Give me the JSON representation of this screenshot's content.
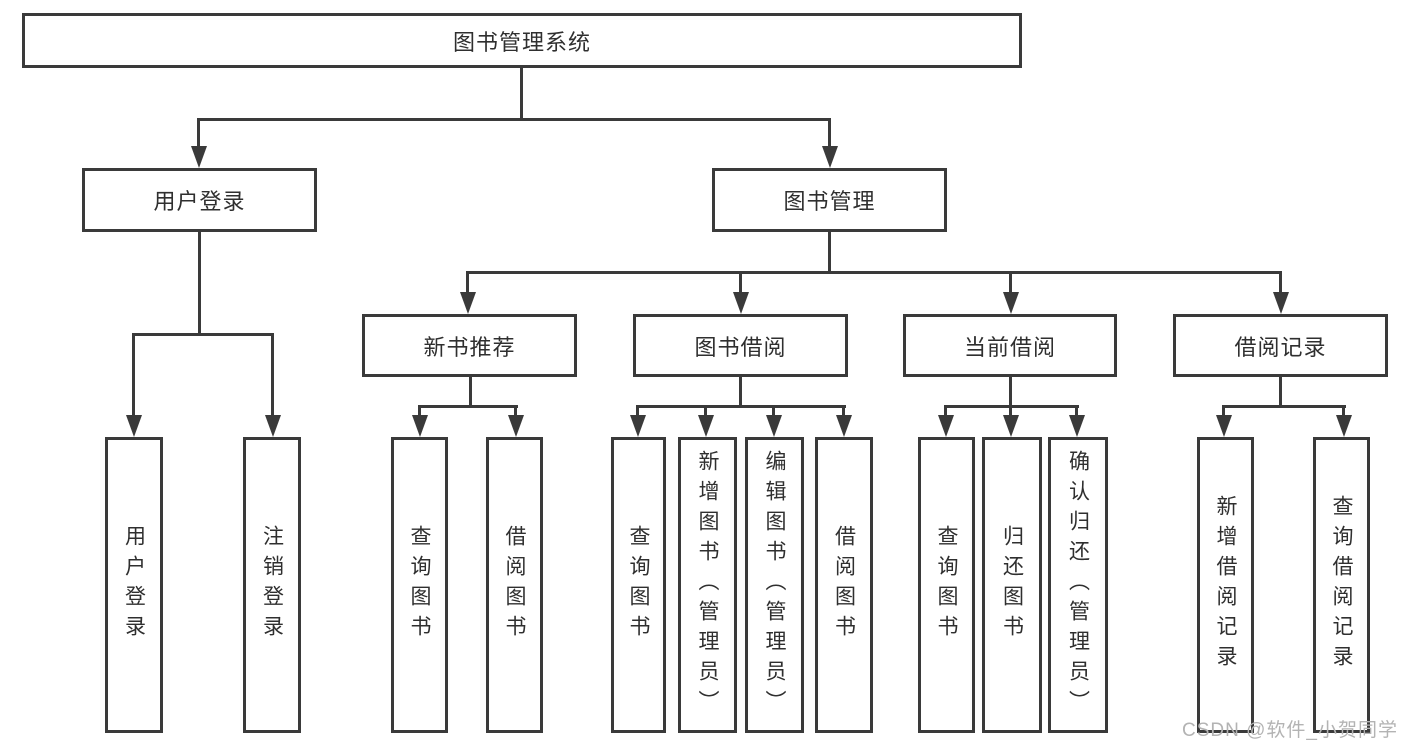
{
  "colors": {
    "line": "#3a3a3a",
    "box_border": "#3a3a3a",
    "box_fill": "#ffffff",
    "text": "#2f2f2f",
    "watermark": "#b3b3b3"
  },
  "watermark": {
    "text": "CSDN @软件_小贺同学"
  },
  "tree": {
    "root": {
      "label": "图书管理系统",
      "children": [
        {
          "label": "用户登录",
          "children": [
            {
              "label": "用户登录"
            },
            {
              "label": "注销登录"
            }
          ]
        },
        {
          "label": "图书管理",
          "children": [
            {
              "label": "新书推荐",
              "children": [
                {
                  "label": "查询图书"
                },
                {
                  "label": "借阅图书"
                }
              ]
            },
            {
              "label": "图书借阅",
              "children": [
                {
                  "label": "查询图书"
                },
                {
                  "label": "新增图书（管理员）"
                },
                {
                  "label": "编辑图书（管理员）"
                },
                {
                  "label": "借阅图书"
                }
              ]
            },
            {
              "label": "当前借阅",
              "children": [
                {
                  "label": "查询图书"
                },
                {
                  "label": "归还图书"
                },
                {
                  "label": "确认归还（管理员）"
                }
              ]
            },
            {
              "label": "借阅记录",
              "children": [
                {
                  "label": "新增借阅记录"
                },
                {
                  "label": "查询借阅记录"
                }
              ]
            }
          ]
        }
      ]
    }
  }
}
